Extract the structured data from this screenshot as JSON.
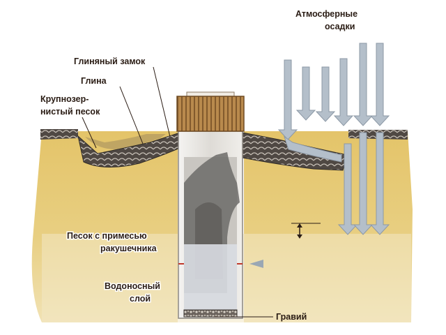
{
  "diagram": {
    "labels": {
      "atmospheric_1": "Атмосферные",
      "atmospheric_2": "осадки",
      "clay_lock": "Глиняный замок",
      "clay": "Глина",
      "coarse_sand_1": "Крупнозер-",
      "coarse_sand_2": "нистый песок",
      "shell_sand_1": "Песок с примесью",
      "shell_sand_2": "ракушечника",
      "aquifer_1": "Водоносный",
      "aquifer_2": "слой",
      "gravel": "Гравий"
    },
    "colors": {
      "ground": "#e8c66a",
      "ground_deep": "#d8b049",
      "clay_band": "#4a4441",
      "well_ring": "#e6e3df",
      "well_lid": "#a8783f",
      "arrow": "#9aa7b4",
      "water": "#d9dde3"
    }
  }
}
